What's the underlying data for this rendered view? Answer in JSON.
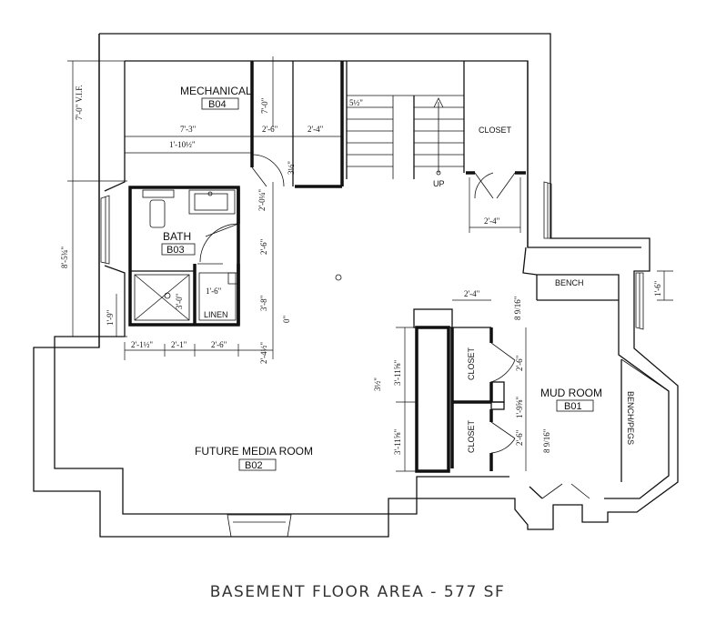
{
  "rooms": {
    "mechanical": {
      "name": "MECHANICAL",
      "tag": "B04"
    },
    "bath": {
      "name": "BATH",
      "tag": "B03"
    },
    "mud_room": {
      "name": "MUD ROOM",
      "tag": "B01"
    },
    "media_room": {
      "name": "FUTURE MEDIA ROOM",
      "tag": "B02"
    }
  },
  "labels": {
    "closet": "CLOSET",
    "bench": "BENCH",
    "bench_pegs": "BENCH/PEGS",
    "linen": "LINEN",
    "up": "UP"
  },
  "dimensions": {
    "height_left": "7'-0\" V.I.F.",
    "vert_7_0": "7'-0\"",
    "width_7_3": "7'-3\"",
    "width_1_10": "1'-10½\"",
    "d_2_6_a": "2'-6\"",
    "d_2_4_a": "2'-4\"",
    "d_5_half": "5½\"",
    "d_3_half": "3½\"",
    "d_2_0_q": "2'-0¼\"",
    "d_8_5_3": "8'-5¾\"",
    "d_2_6_b": "2'-6\"",
    "d_3_8": "3'-8\"",
    "d_3_0": "3'-0\"",
    "d_1_6_a": "1'-6\"",
    "d_0": "0\"",
    "d_1_9": "1'-9\"",
    "d_2_1_half": "2'-1½\"",
    "d_2_1": "2'-1\"",
    "d_2_6_c": "2'-6\"",
    "d_2_4_half": "2'-4½\"",
    "d_2_4_b": "2'-4\"",
    "d_1_6_b": "1'-6\"",
    "d_8_9_16_a": "8 9/16\"",
    "d_3_11_a": "3'-11⅝\"",
    "d_2_6_d": "2'-6\"",
    "d_3_half_b": "3½\"",
    "d_1_9_5_8": "1'-9⅝\"",
    "d_3_11_b": "3'-11⅝\"",
    "d_2_6_e": "2'-6\"",
    "d_8_9_16_b": "8 9/16\"",
    "d_2_4_c": "2'-4\""
  },
  "footer": {
    "title": "BASEMENT FLOOR AREA - 577 SF"
  }
}
